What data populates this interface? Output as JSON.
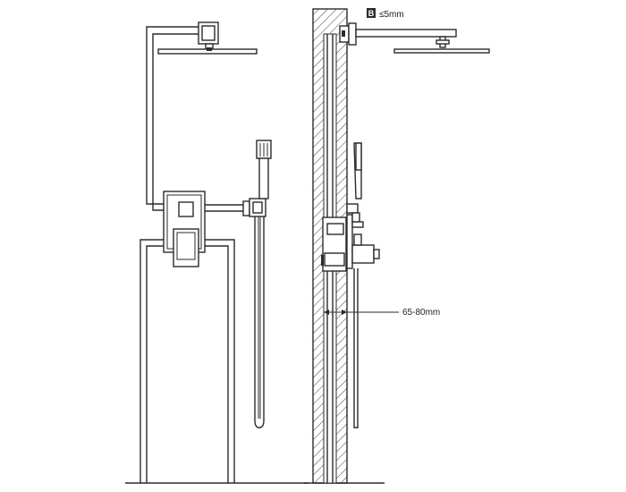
{
  "annotations": {
    "gap_icon": "gap-icon",
    "gap_label": "B",
    "gap_value": "≤5mm",
    "depth_value": "65-80mm"
  },
  "colors": {
    "line": "#2b2b2b",
    "background": "#ffffff"
  }
}
